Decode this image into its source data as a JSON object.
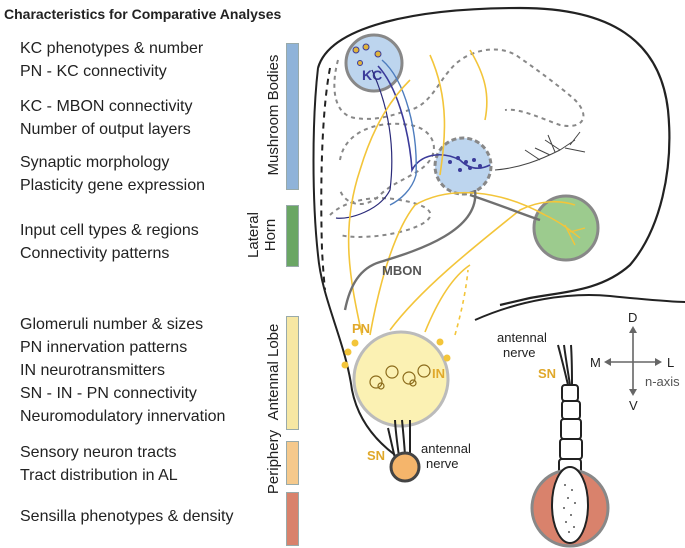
{
  "title": "Characteristics for Comparative Analyses",
  "groups": [
    {
      "label": "Mushroom Bodies",
      "color": "#8fb3d9",
      "items": [
        "KC phenotypes & number",
        "PN - KC connectivity",
        "KC - MBON connectivity",
        "Number of output layers",
        "Synaptic morphology",
        "Plasticity gene expression"
      ]
    },
    {
      "label": "Lateral Horn",
      "color": "#6aa664",
      "items": [
        "Input cell types & regions",
        "Connectivity patterns"
      ]
    },
    {
      "label": "Antennal Lobe",
      "color": "#f6e7a3",
      "items": [
        "Glomeruli number & sizes",
        "PN innervation patterns",
        "IN neurotransmitters",
        "SN - IN - PN connectivity",
        "Neuromodulatory innervation"
      ]
    },
    {
      "label": "Periphery",
      "color": "#f5c98c",
      "items": [
        "Sensory neuron tracts",
        "Tract distribution in AL"
      ]
    },
    {
      "label": "",
      "color": "#d9826c",
      "items": [
        "Sensilla phenotypes & density"
      ]
    }
  ],
  "lateral_lines": [
    "Lateral",
    "Horn"
  ],
  "diagram": {
    "kc": "KC",
    "mbon": "MBON",
    "pn": "PN",
    "in": "IN",
    "sn": "SN",
    "antennal_nerve": [
      "antennal",
      "nerve"
    ],
    "sn_right": "SN",
    "antennal_nerve_right": [
      "antennal",
      "nerve"
    ]
  },
  "axes": {
    "d": "D",
    "v": "V",
    "m": "M",
    "l": "L",
    "caption": "n-axis"
  },
  "colors": {
    "pn_yellow": "#f3c53a",
    "kc_blue": "#3b3b9a",
    "mbon_gray": "#707070",
    "mb_fill": "#bdd5ee",
    "lh_fill": "#9ccb8e",
    "al_fill": "#fbf1b3",
    "sn_fill": "#f5b56b",
    "antenna_red": "#d9826c"
  }
}
